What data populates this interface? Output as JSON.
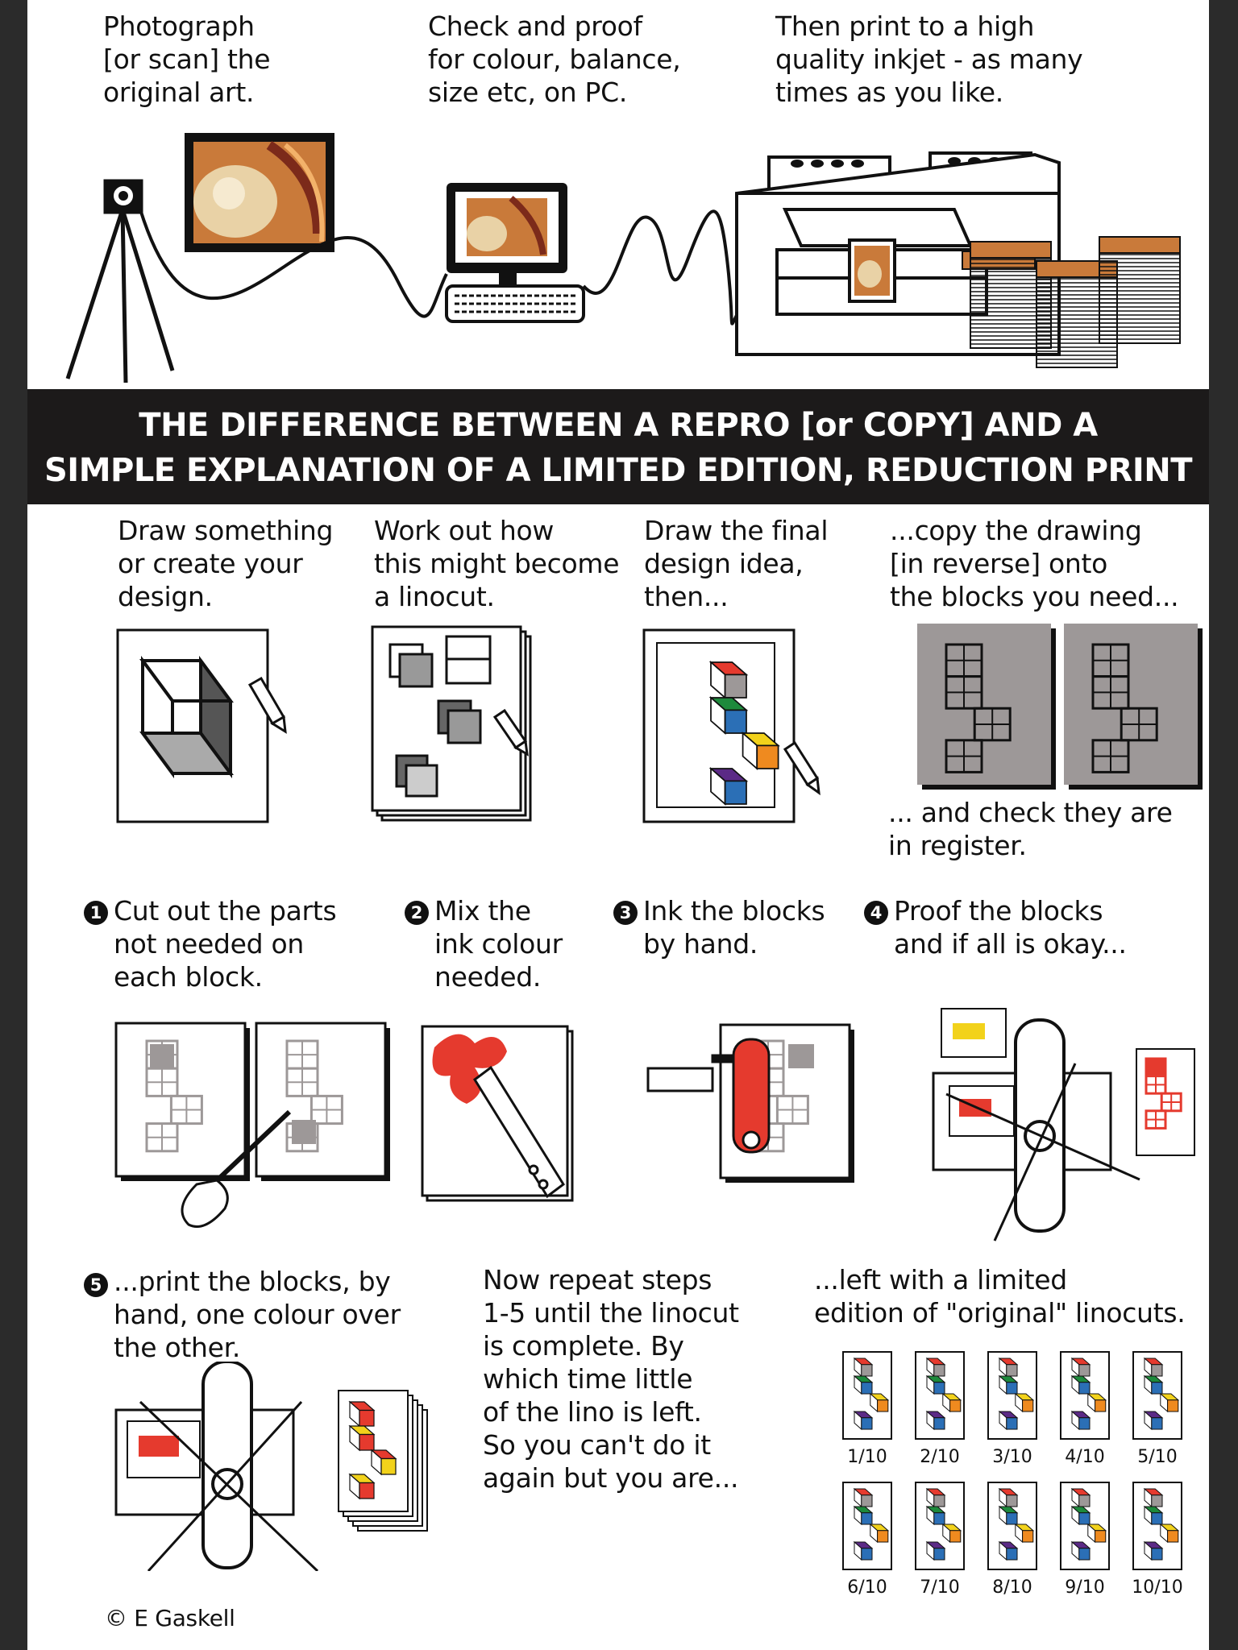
{
  "top": {
    "photograph": "Photograph\n[or scan] the\noriginal art.",
    "check": "Check and proof\nfor colour, balance,\nsize etc, on PC.",
    "print": "Then print to a high\nquality inkjet - as many\ntimes as you like."
  },
  "banner": {
    "line1": "THE DIFFERENCE BETWEEN A REPRO [or COPY] AND A",
    "line2": "SIMPLE EXPLANATION OF A LIMITED EDITION, REDUCTION PRINT"
  },
  "row1": {
    "draw": "Draw something\nor create your\ndesign.",
    "workout": "Work out how\nthis might become\na linocut.",
    "final": "Draw the final\ndesign idea,\nthen...",
    "copy": "...copy the drawing\n[in reverse] onto\nthe blocks you need...",
    "register": "... and check they are\nin register."
  },
  "steps": [
    {
      "number": "1",
      "text": "Cut out the parts\nnot needed on\neach block."
    },
    {
      "number": "2",
      "text": "Mix the\nink colour\nneeded."
    },
    {
      "number": "3",
      "text": "Ink the blocks\nby hand."
    },
    {
      "number": "4",
      "text": "Proof the blocks\nand if all is okay..."
    },
    {
      "number": "5",
      "text": "...print the blocks, by\nhand,  one colour over\nthe other."
    }
  ],
  "repeat": "Now repeat steps\n1-5 until the linocut\nis complete. By\nwhich time little\nof the lino is left.\nSo you can't do it\nagain but you are...",
  "left_with": "...left with a limited\nedition of \"original\" linocuts.",
  "edition_labels": [
    "1/10",
    "2/10",
    "3/10",
    "4/10",
    "5/10",
    "6/10",
    "7/10",
    "8/10",
    "9/10",
    "10/10"
  ],
  "credit": "© E Gaskell",
  "colors": {
    "red": "#e53a2e",
    "green": "#1e8a3c",
    "blue": "#2b6fb6",
    "yellow": "#f2d21b",
    "orange": "#ef8a1f",
    "purple": "#5b2a86",
    "grey": "#9d9898",
    "dark": "#1c1a1a"
  }
}
